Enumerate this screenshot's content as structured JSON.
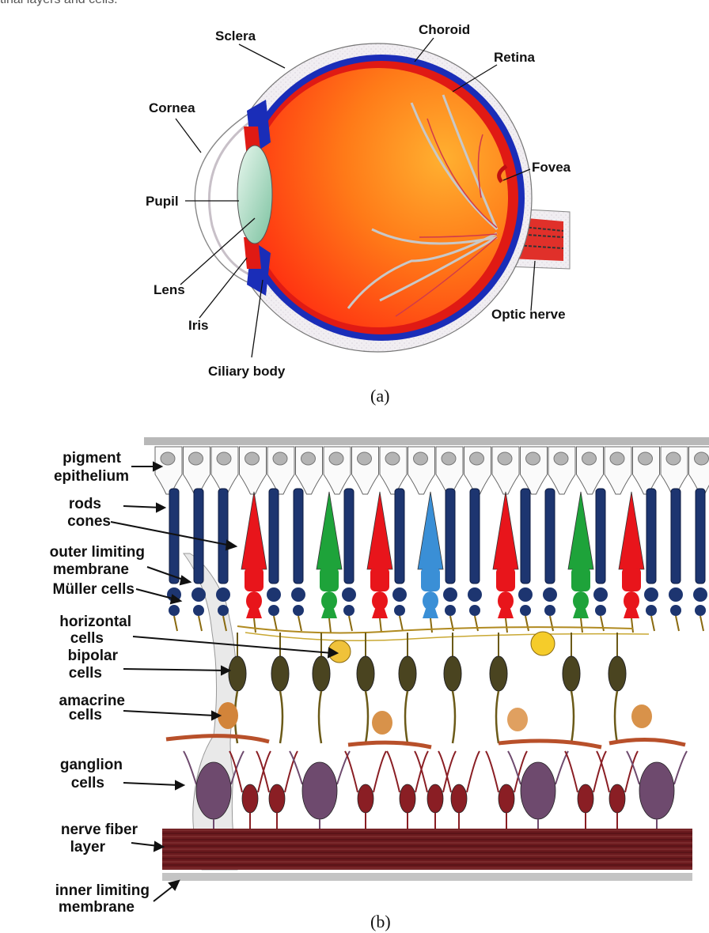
{
  "top_caption_fragment": "tinal layers and cells.",
  "panel_a": {
    "caption": "(a)",
    "labels": {
      "sclera": "Sclera",
      "choroid": "Choroid",
      "retina": "Retina",
      "cornea": "Cornea",
      "fovea": "Fovea",
      "pupil": "Pupil",
      "lens": "Lens",
      "optic_nerve": "Optic nerve",
      "iris": "Iris",
      "ciliary_body": "Ciliary body"
    }
  },
  "panel_b": {
    "caption": "(b)",
    "labels": {
      "pigment_1": "pigment",
      "pigment_2": "epithelium",
      "rods": "rods",
      "cones": "cones",
      "olm_1": "outer limiting",
      "olm_2": "membrane",
      "muller": "Müller cells",
      "horizontal_1": "horizontal",
      "horizontal_2": "cells",
      "bipolar_1": "bipolar",
      "bipolar_2": "cells",
      "amacrine_1": "amacrine",
      "amacrine_2": "cells",
      "ganglion_1": "ganglion",
      "ganglion_2": "cells",
      "nfl_1": "nerve fiber",
      "nfl_2": "layer",
      "ilm_1": "inner limiting",
      "ilm_2": "membrane"
    }
  },
  "colors": {
    "rod": "#1d3570",
    "cone_red": "#e8151b",
    "cone_green": "#1ea33a",
    "cone_blue": "#3a8fd6",
    "eye_orange": "#ff6a1a",
    "choroid_blue": "#1a2db8",
    "nerve_fiber": "#6b1a1e"
  }
}
